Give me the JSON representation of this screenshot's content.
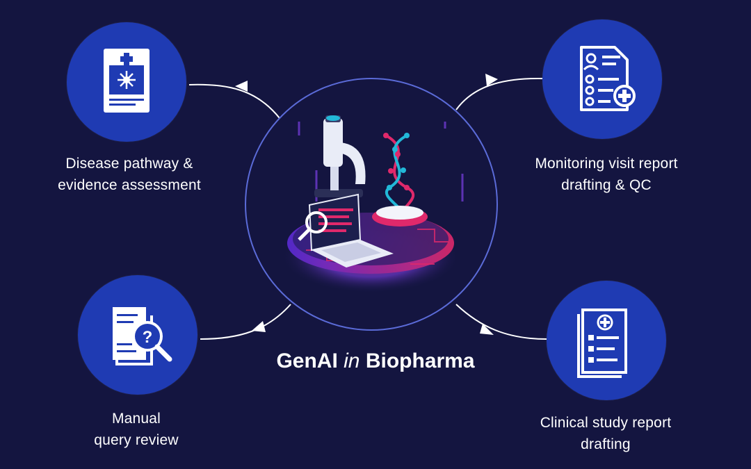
{
  "title": {
    "prefix": "GenAI",
    "connector": "in",
    "suffix": "Biopharma"
  },
  "nodes": {
    "top_left": {
      "line1": "Disease pathway &",
      "line2": "evidence assessment",
      "icon": "medical-record-icon"
    },
    "top_right": {
      "line1": "Monitoring visit report",
      "line2": "drafting & QC",
      "icon": "checklist-report-icon"
    },
    "bottom_left": {
      "line1": "Manual",
      "line2": "query review",
      "icon": "document-search-icon"
    },
    "bottom_right": {
      "line1": "Clinical study report",
      "line2": "drafting",
      "icon": "clinical-report-icon"
    }
  },
  "center": {
    "illustration": "microscope-dna-laptop-illustration"
  },
  "colors": {
    "background": "#141540",
    "node_fill": "#1f3bb3",
    "ring": "#5b6bd8",
    "accent_pink": "#e0296b",
    "accent_cyan": "#22b8d8",
    "accent_purple": "#7b3fe4"
  }
}
